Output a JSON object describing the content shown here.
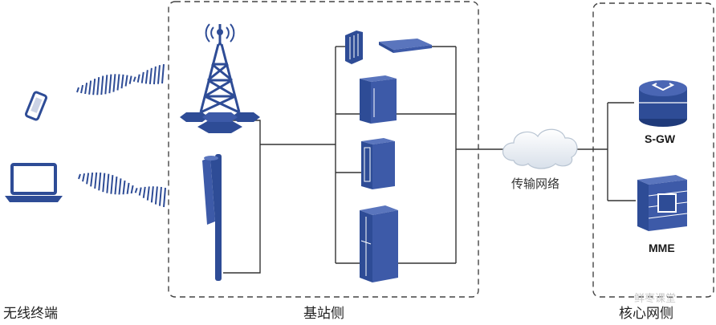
{
  "labels": {
    "wireless_terminal": "无线终端",
    "base_station_side": "基站侧",
    "transport_network": "传输网络",
    "core_network_side": "核心网侧",
    "sgw": "S-GW",
    "mme": "MME",
    "watermark": "鲜枣课堂"
  },
  "icons": [
    "smartphone-icon",
    "laptop-icon",
    "wireless-signal-icon",
    "cell-tower-icon",
    "antenna-icon",
    "bbu-unit-icon",
    "rack-cabinet-icon",
    "cloud-icon",
    "router-icon",
    "server-icon"
  ],
  "colors": {
    "equipment_blue": "#2e4c96",
    "line": "#333333",
    "boundary": "#444444"
  }
}
